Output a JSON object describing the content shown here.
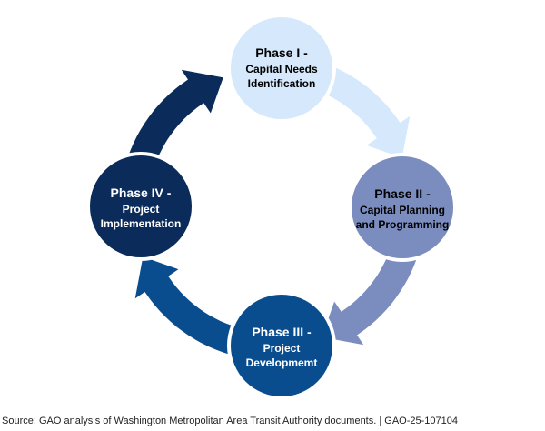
{
  "diagram": {
    "type": "cycle",
    "phases": [
      {
        "title": "Phase I -",
        "subtitle_line1": "Capital Needs",
        "subtitle_line2": "Identification",
        "color": "#d6e8fb",
        "text_color": "#000000"
      },
      {
        "title": "Phase II -",
        "subtitle_line1": "Capital Planning",
        "subtitle_line2": "and Programming",
        "color": "#7b8cbf",
        "text_color": "#000000"
      },
      {
        "title": "Phase III -",
        "subtitle_line1": "Project",
        "subtitle_line2": "Developmemt",
        "color": "#0a4d8f",
        "text_color": "#ffffff"
      },
      {
        "title": "Phase IV -",
        "subtitle_line1": "Project",
        "subtitle_line2": "Implementation",
        "color": "#0b2b5a",
        "text_color": "#ffffff"
      }
    ],
    "flow_direction": "clockwise"
  },
  "footer": {
    "source": "Source: GAO analysis of Washington Metropolitan Area Transit Authority documents.  |  GAO-25-107104"
  }
}
